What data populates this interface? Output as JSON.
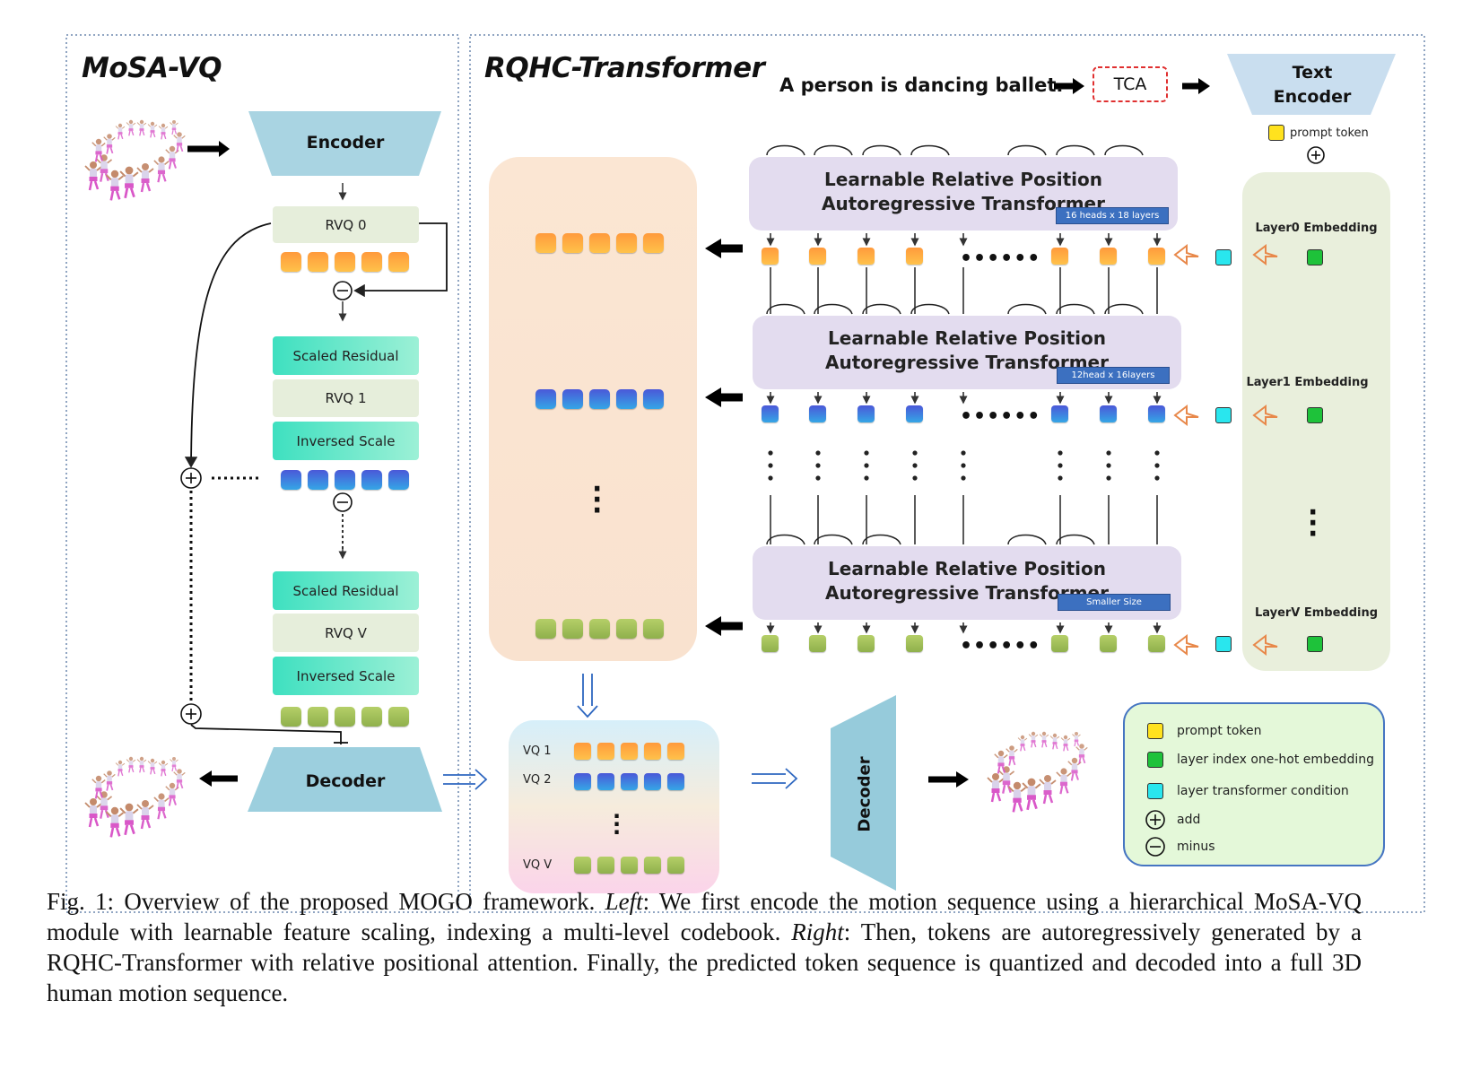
{
  "left_panel": {
    "title": "MoSA-VQ",
    "encoder": "Encoder",
    "decoder": "Decoder",
    "blocks": {
      "rvq0": "RVQ 0",
      "scaled_residual_1": "Scaled Residual",
      "rvq1": "RVQ 1",
      "inversed_scale_1": "Inversed Scale",
      "scaled_residual_2": "Scaled Residual",
      "rvqv": "RVQ V",
      "inversed_scale_2": "Inversed Scale"
    }
  },
  "right_panel": {
    "title": "RQHC-Transformer",
    "prompt_text": "A person is dancing ballet.",
    "tca": "TCA",
    "text_encoder": "Text Encoder",
    "prompt_token": "prompt token",
    "transformers": [
      {
        "label": "Learnable Relative Position Autoregressive Transformer",
        "tag": "16 heads x 18 layers"
      },
      {
        "label": "Learnable Relative Position Autoregressive Transformer",
        "tag": "12head x 16layers"
      },
      {
        "label": "Learnable Relative Position Autoregressive Transformer",
        "tag": "Smaller Size"
      }
    ],
    "embeddings": [
      "Layer0 Embedding",
      "Layer1 Embedding",
      "LayerV Embedding"
    ],
    "dots_label": "••••••",
    "vq_rows": [
      "VQ 1",
      "VQ 2",
      "VQ V"
    ],
    "decoder": "Decoder",
    "colors": {
      "orange": "#ffa93f",
      "blue": "#4a6fe0",
      "green": "#a3c25b",
      "cyan": "#29e6ee",
      "one_hot": "#1ec23a",
      "prompt": "#ffe21e"
    }
  },
  "legend": [
    {
      "icon": "yellow-square-icon",
      "label": "prompt token"
    },
    {
      "icon": "green-square-icon",
      "label": "layer index one-hot embedding"
    },
    {
      "icon": "cyan-square-icon",
      "label": "layer transformer condition"
    },
    {
      "icon": "plus-circle-icon",
      "label": "add"
    },
    {
      "icon": "minus-circle-icon",
      "label": "minus"
    }
  ],
  "caption": {
    "lead": "Fig. 1: Overview of the proposed MOGO framework. ",
    "left_word": "Left",
    "part2": ": We first encode the motion sequence using a hierarchical MoSA-VQ module with learnable feature scaling, indexing a multi-level codebook. ",
    "right_word": "Right",
    "part3": ": Then, tokens are autoregressively generated by a RQHC-Transformer with relative positional attention. Finally, the predicted token sequence is quantized and decoded into a full 3D human motion sequence."
  }
}
